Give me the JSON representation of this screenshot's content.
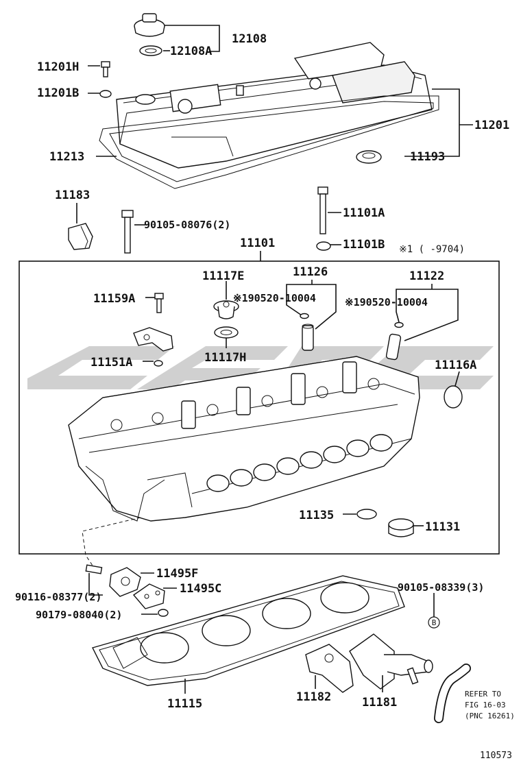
{
  "diagram": {
    "labels": [
      {
        "id": "p12108",
        "text": "12108"
      },
      {
        "id": "p12108a",
        "text": "12108A"
      },
      {
        "id": "p11201h",
        "text": "11201H"
      },
      {
        "id": "p11201b",
        "text": "11201B"
      },
      {
        "id": "p11201",
        "text": "11201"
      },
      {
        "id": "p11213",
        "text": "11213"
      },
      {
        "id": "p11193",
        "text": "11193"
      },
      {
        "id": "p11183",
        "text": "11183"
      },
      {
        "id": "p90105a",
        "text": "90105-08076(2)"
      },
      {
        "id": "p11101a",
        "text": "11101A"
      },
      {
        "id": "p11101b",
        "text": "11101B"
      },
      {
        "id": "p11101",
        "text": "11101"
      },
      {
        "id": "p11117e",
        "text": "11117E"
      },
      {
        "id": "p11126",
        "text": "11126"
      },
      {
        "id": "p11122",
        "text": "11122"
      },
      {
        "id": "p11159a",
        "text": "11159A"
      },
      {
        "id": "p90520a",
        "text": "※190520-10004"
      },
      {
        "id": "p90520b",
        "text": "※190520-10004"
      },
      {
        "id": "p11117h",
        "text": "11117H"
      },
      {
        "id": "p11151a",
        "text": "11151A"
      },
      {
        "id": "p11116a",
        "text": "11116A"
      },
      {
        "id": "p11135",
        "text": "11135"
      },
      {
        "id": "p11131",
        "text": "11131"
      },
      {
        "id": "p11495f",
        "text": "11495F"
      },
      {
        "id": "p11495c",
        "text": "11495C"
      },
      {
        "id": "p90116",
        "text": "90116-08377(2)"
      },
      {
        "id": "p90179",
        "text": "90179-08040(2)"
      },
      {
        "id": "p90105b",
        "text": "90105-08339(3)"
      },
      {
        "id": "p11115",
        "text": "11115"
      },
      {
        "id": "p11182",
        "text": "11182"
      },
      {
        "id": "p11181",
        "text": "11181"
      }
    ],
    "footnote": "※1 (     -9704)",
    "callout_b": "B",
    "refer": [
      "REFER TO",
      "FIG 16-03",
      "(PNC 16261)"
    ],
    "figure_id": "110573"
  },
  "colors": {
    "line": "#111111",
    "watermark": "#c8c8c8"
  }
}
